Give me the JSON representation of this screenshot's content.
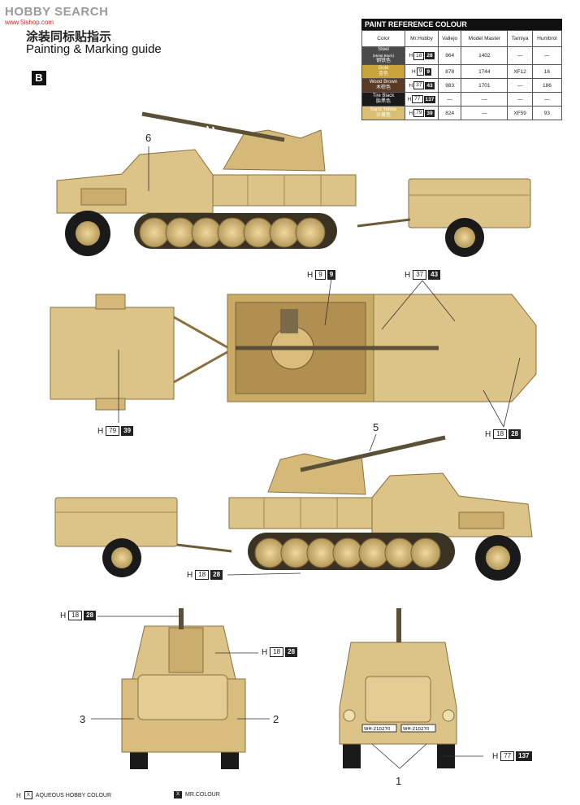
{
  "watermark": {
    "logo": "HOBBY SEARCH",
    "url": "www.5ishop.com"
  },
  "header": {
    "title_cn": "涂装同标贴指示",
    "title_en": "Painting & Marking guide",
    "section_label": "B"
  },
  "paint_table": {
    "title": "PAINT REFERENCE COLOUR",
    "columns": [
      "Color",
      "Mr.Hobby",
      "Vallejo",
      "Model Master",
      "Tamiya",
      "Humbrol"
    ],
    "rows": [
      {
        "name": "Steel",
        "name_note": "(Metal Black)",
        "name_cn": "钢铁色",
        "swatch": "#4a4a4a",
        "h_light": "18",
        "h_dark": "28",
        "vallejo": "864",
        "model_master": "1402",
        "tamiya": "—",
        "humbrol": "—"
      },
      {
        "name": "Gold",
        "name_note": "",
        "name_cn": "金色",
        "swatch": "#c9a43a",
        "h_light": "9",
        "h_dark": "9",
        "vallejo": "878",
        "model_master": "1744",
        "tamiya": "XF12",
        "humbrol": "16"
      },
      {
        "name": "Wood Brown",
        "name_note": "",
        "name_cn": "木棕色",
        "swatch": "#5a3a22",
        "h_light": "37",
        "h_dark": "43",
        "vallejo": "983",
        "model_master": "1701",
        "tamiya": "—",
        "humbrol": "186"
      },
      {
        "name": "Tire Black",
        "name_note": "",
        "name_cn": "胎黑色",
        "swatch": "#1a1a1a",
        "h_light": "77",
        "h_dark": "137",
        "vallejo": "—",
        "model_master": "—",
        "tamiya": "—",
        "humbrol": "—"
      },
      {
        "name": "Sand Yellow",
        "name_note": "",
        "name_cn": "沙黄色",
        "swatch": "#d9bf73",
        "h_light": "79",
        "h_dark": "39",
        "vallejo": "824",
        "model_master": "—",
        "tamiya": "XF59",
        "humbrol": "93"
      }
    ]
  },
  "callouts": {
    "gold": {
      "h": "H",
      "light": "9",
      "dark": "9"
    },
    "wood": {
      "h": "H",
      "light": "37",
      "dark": "43"
    },
    "sand": {
      "h": "H",
      "light": "79",
      "dark": "39"
    },
    "steel_top": {
      "h": "H",
      "light": "18",
      "dark": "28"
    },
    "steel_side": {
      "h": "H",
      "light": "18",
      "dark": "28"
    },
    "steel_rear1": {
      "h": "H",
      "light": "18",
      "dark": "28"
    },
    "steel_rear2": {
      "h": "H",
      "light": "18",
      "dark": "28"
    },
    "tire": {
      "h": "H",
      "light": "77",
      "dark": "137"
    }
  },
  "markings": {
    "n1": "1",
    "n2": "2",
    "n3": "3",
    "n5": "5",
    "n6": "6",
    "plate_left": "WH-210270",
    "plate_right": "WH-210270"
  },
  "footer": {
    "aqueous": "AQUEOUS HOBBY COLOUR",
    "aqueous_key": "X",
    "aqueous_h": "H",
    "mr": "MR.COLOUR",
    "mr_key": "X"
  },
  "colors": {
    "sand": "#dcc387",
    "sand_dark": "#b99b5c",
    "sand_light": "#ead59e",
    "tire": "#1a1a1a"
  }
}
